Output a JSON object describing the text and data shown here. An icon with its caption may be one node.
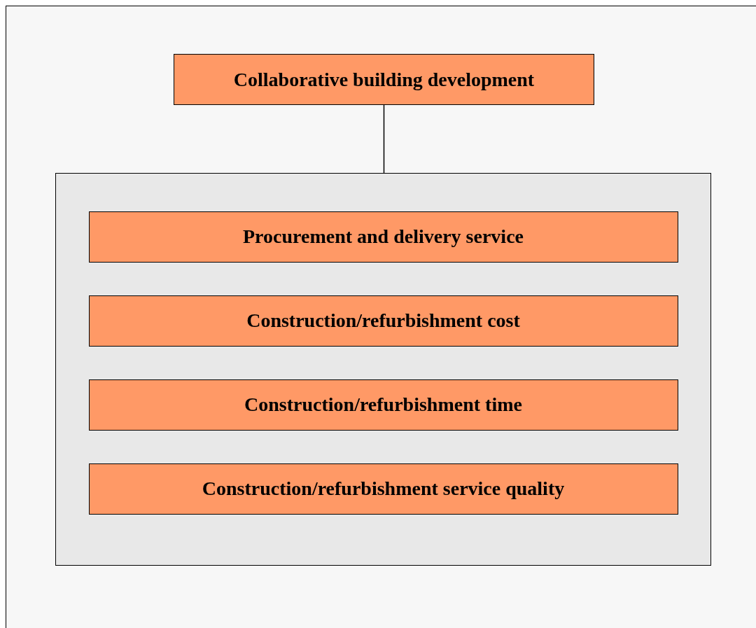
{
  "diagram": {
    "nodes": [
      {
        "text": [
          "Collaborative building development"
        ]
      },
      {
        "text": [],
        "shape": "box"
      },
      {
        "text": [
          "Procurement and delivery service"
        ],
        "in": 1
      },
      {
        "text": [
          "Construction/refurbishment cost"
        ],
        "in": 1
      },
      {
        "text": [
          "Construction/refurbishment time"
        ],
        "in": 1
      },
      {
        "text": [
          "Construction/refurbishment service quality"
        ],
        "in": 1
      }
    ],
    "edges": [
      {
        "from": 0,
        "to": 1,
        "arrow": "none"
      }
    ]
  }
}
